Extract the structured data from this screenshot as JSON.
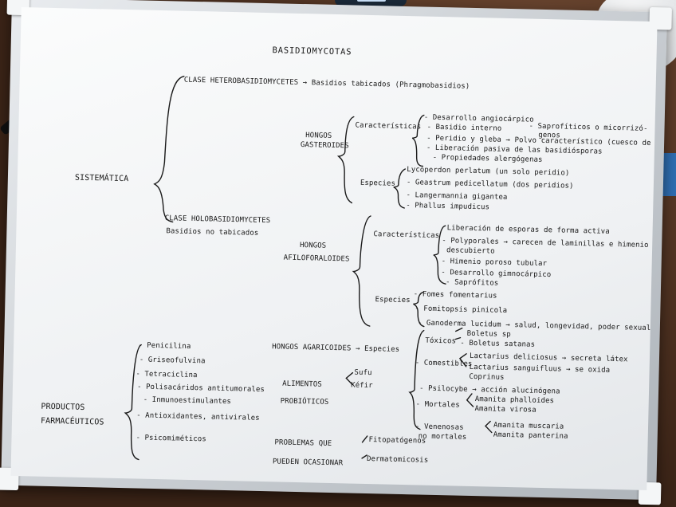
{
  "title": "BASIDIOMYCOTAS",
  "left": {
    "sistematica": "SISTEMÁTICA",
    "productos": "PRODUCTOS",
    "farmaceuticos": "FARMACÉUTICOS"
  },
  "clase1": "CLASE HETEROBASIDIOMYCETES → Basidios tabicados (Phragmobasidios)",
  "clase2": "CLASE HOLOBASIDIOMYCETES",
  "clase2_sub": "Basidios no tabicados",
  "hongos_gast_1": "HONGOS",
  "hongos_gast_2": "GASTEROIDES",
  "gast_caract_label": "Características",
  "gast_caract": [
    "- Desarrollo angiocárpico",
    "- Basidio interno",
    "- Peridio y gleba → Polvo característico (cuesco de lobo)",
    "- Liberación pasiva de las basidiósporas",
    "- Propiedades alergógenas"
  ],
  "saprofitos": "- Saprofíticos o micorrizó-",
  "saprofitos2": "genos",
  "gast_especies_label": "Especies",
  "gast_especies": [
    "Lycoperdon perlatum (un solo peridio)",
    "- Geastrum pedicellatum (dos peridios)",
    "- Langermannia gigantea",
    "- Phallus impudicus"
  ],
  "hongos_afil_1": "HONGOS",
  "hongos_afil_2": "AFILOFORALOIDES",
  "afil_caract_label": "Características",
  "afil_caract": [
    "Liberación de esporas de forma activa",
    "- Polyporales → carecen de laminillas e himenio",
    "descubierto",
    "- Himenio poroso tubular",
    "- Desarrollo gimnocárpico",
    "- Saprófitos"
  ],
  "afil_especies_label": "Especies",
  "afil_especies": [
    "- Fomes fomentarius",
    "- Fomitopsis pinicola",
    "- Ganoderma lucidum → salud, longevidad, poder sexual"
  ],
  "agaricoides": "HONGOS AGARICOIDES → Especies",
  "toxicos_label": "Tóxicos",
  "toxicos": [
    "Boletus sp",
    "- Boletus satanas"
  ],
  "comestibles_label": "- Comestibles",
  "comestibles": [
    "Lactarius deliciosus → secreta látex",
    "Lactarius sanguifluus → se oxida",
    "Coprinus"
  ],
  "psilocybe": "- Psilocybe → acción alucinógena",
  "mortales_label": "- Mortales",
  "mortales": [
    "Amanita phalloides",
    "Amanita virosa"
  ],
  "venenosas_label": "- Venenosas",
  "venenosas_label2": "no mortales",
  "venenosas": [
    "Amanita muscaria",
    "Amanita panterina"
  ],
  "alimentos": "ALIMENTOS",
  "probioticos": "PROBIÓTICOS",
  "sufu": "Sufu",
  "kefir": "Kéfir",
  "problemas": "PROBLEMAS QUE",
  "pueden": "PUEDEN OCASIONAR",
  "fitopatogenos": "Fitopatógenos",
  "dermatomicosis": "Dermatomicosis",
  "productos_list": [
    "- Penicilina",
    "- Griseofulvina",
    "- Tetraciclina",
    "- Polisacáridos antitumorales",
    "- Inmunoestimulantes",
    "- Antioxidantes, antivirales",
    "- Psicomiméticos"
  ],
  "colors": {
    "ink": "#1a1a1a",
    "board": "#f3f4f5",
    "frame": "#c3c8cd",
    "table": "#4a2e1e"
  }
}
